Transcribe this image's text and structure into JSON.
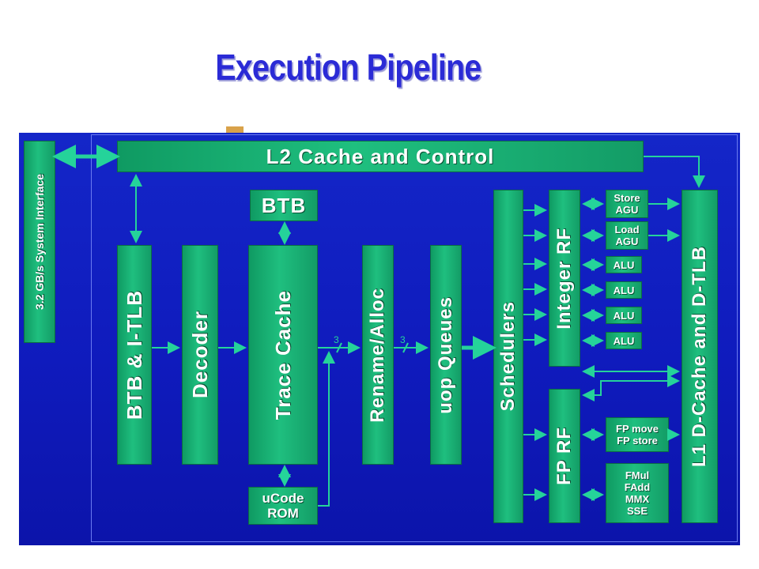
{
  "slide": {
    "title": "Execution Pipeline"
  },
  "blocks": {
    "system_interface": "3.2 GB/s System Interface",
    "l2_cache": "L2 Cache and Control",
    "btb_top": "BTB",
    "btb_itlb": "BTB & I-TLB",
    "decoder": "Decoder",
    "trace_cache": "Trace Cache",
    "rename_alloc": "Rename/Alloc",
    "uop_queues": "uop Queues",
    "schedulers": "Schedulers",
    "integer_rf": "Integer RF",
    "fp_rf": "FP RF",
    "l1_dcache": "L1 D-Cache and D-TLB",
    "ucode_rom": {
      "line1": "uCode",
      "line2": "ROM"
    },
    "store_agu": {
      "line1": "Store",
      "line2": "AGU"
    },
    "load_agu": {
      "line1": "Load",
      "line2": "AGU"
    },
    "alu1": "ALU",
    "alu2": "ALU",
    "alu3": "ALU",
    "alu4": "ALU",
    "fp_move_store": {
      "line1": "FP move",
      "line2": "FP store"
    },
    "fp_units": {
      "line1": "FMul",
      "line2": "FAdd",
      "line3": "MMX",
      "line4": "SSE"
    }
  },
  "widths": {
    "trace_to_rename": "3",
    "rename_to_queues": "3"
  },
  "colors": {
    "block": "#19b377",
    "background": "#1426c8",
    "arrow": "#25d39a",
    "title": "#2b2bd6"
  }
}
